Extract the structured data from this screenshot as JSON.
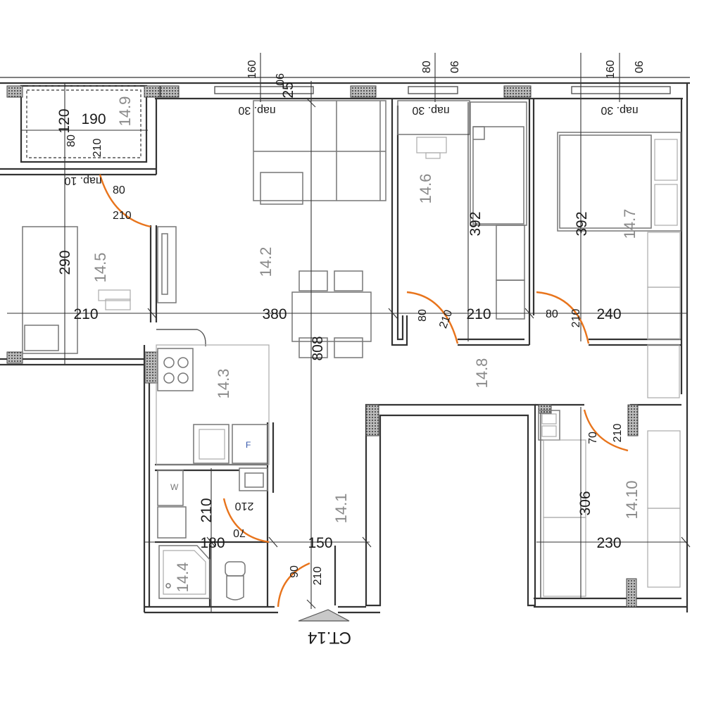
{
  "plan": {
    "dimensions": {
      "terrace_width": "190",
      "terrace_depth": "120",
      "terrace_door_w": "80",
      "terrace_door_h": "210",
      "room_14_5_door_w": "80",
      "room_14_5_door_h": "210",
      "room_14_5_depth": "290",
      "room_14_5_width": "210",
      "living_width": "380",
      "total_depth": "808",
      "living_top": "25",
      "room_14_6_depth": "392",
      "room_14_6_width": "210",
      "room_14_6_door_w": "80",
      "room_14_6_door_h": "210",
      "room_14_7_depth": "392",
      "room_14_7_width": "240",
      "room_14_7_door_w": "80",
      "room_14_7_door_h": "210",
      "room_14_10_door_w": "70",
      "room_14_10_door_h": "210",
      "room_14_10_depth": "306",
      "room_14_10_width": "230",
      "bath_depth": "210",
      "bath_width": "180",
      "wc_door_w": "70",
      "wc_door_h": "210",
      "entry_width": "150",
      "entry_door_w": "90",
      "entry_door_h": "210"
    },
    "windows": {
      "w1_width": "160",
      "w1_height": "90",
      "w1_sill": "пар. 30",
      "w2_width": "80",
      "w2_height": "90",
      "w2_sill": "пар. 30",
      "w3_width": "160",
      "w3_height": "90",
      "w3_sill": "пар. 30",
      "terrace_sill": "пар. 10"
    },
    "rooms": {
      "r14_1": "14.1",
      "r14_2": "14.2",
      "r14_3": "14.3",
      "r14_4": "14.4",
      "r14_5": "14.5",
      "r14_6": "14.6",
      "r14_7": "14.7",
      "r14_8": "14.8",
      "r14_9": "14.9",
      "r14_10": "14.10"
    },
    "section_label": "СТ.14",
    "appliance_w": "W",
    "appliance_f": "F",
    "colors": {
      "walls": "#333333",
      "doors": "#e8741c",
      "room_labels": "#8a8a8a"
    }
  }
}
